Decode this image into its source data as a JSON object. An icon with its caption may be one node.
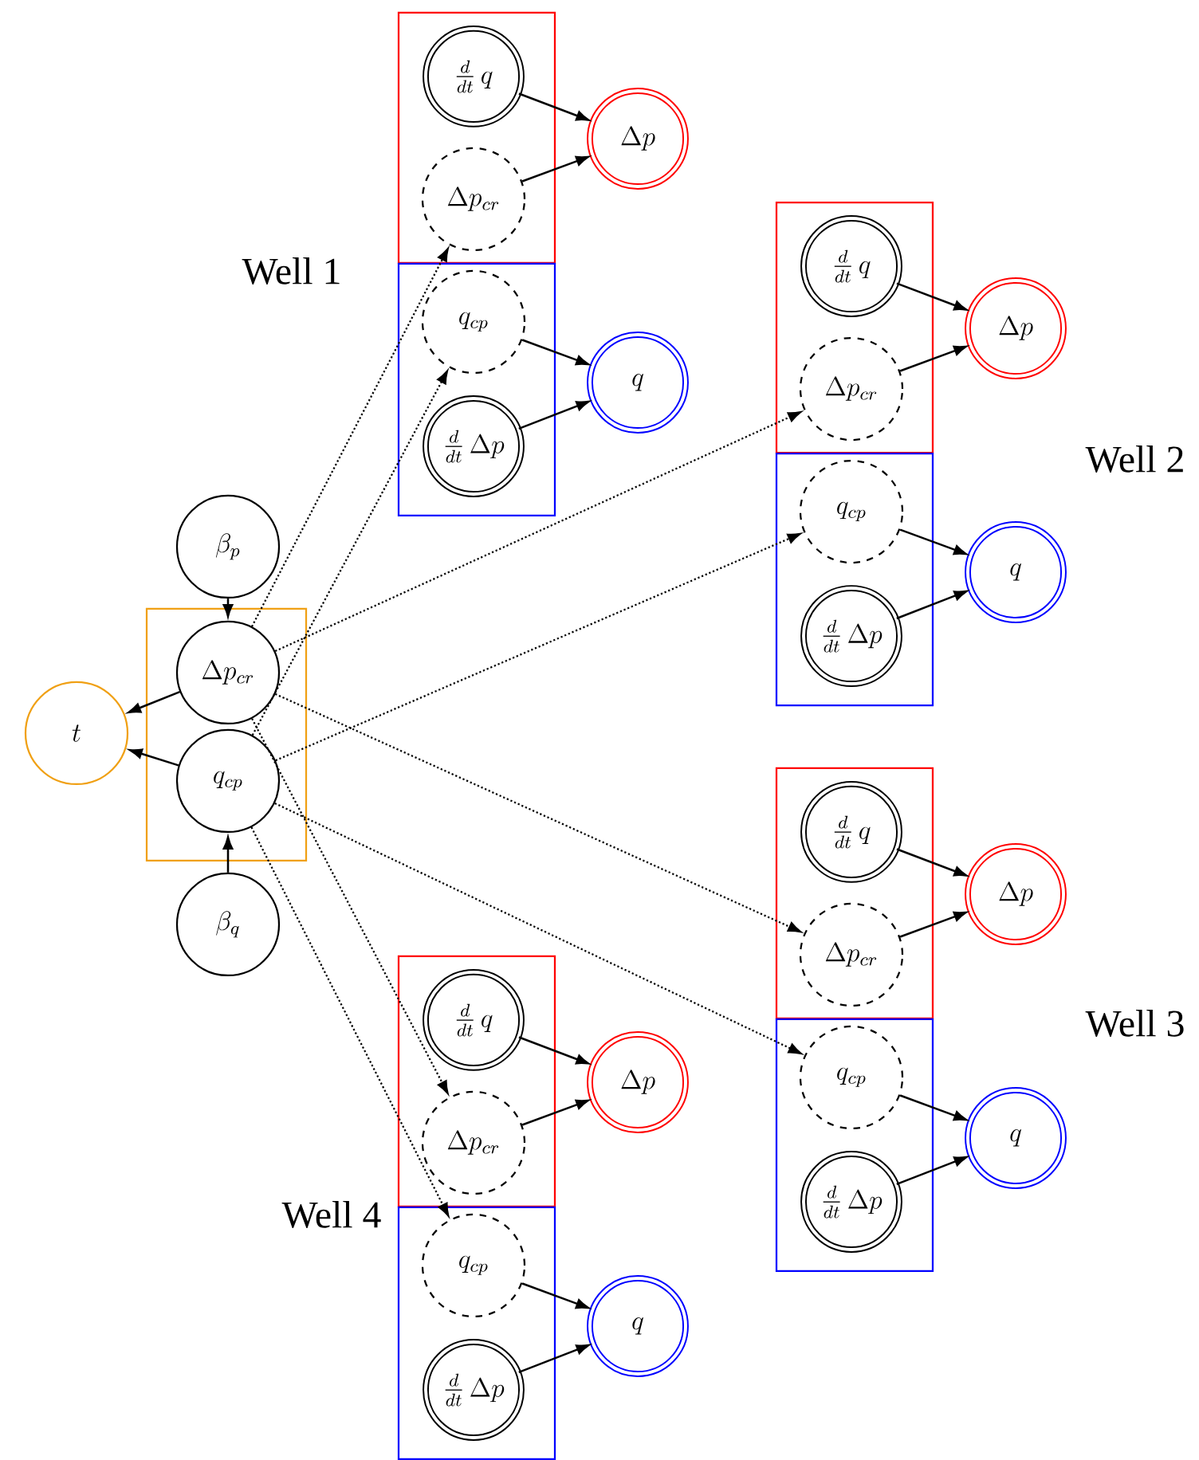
{
  "diagram": {
    "nodes": [
      {
        "text": [
          "t"
        ]
      },
      {
        "text": [
          "\\beta_p"
        ]
      },
      {
        "text": [],
        "shape": "box"
      },
      {
        "text": [
          "\\Delta p_{cr}"
        ],
        "in": 2
      },
      {
        "text": [
          "q_{cp}"
        ],
        "in": 2
      },
      {
        "text": [
          "\\beta_q"
        ]
      },
      {
        "text": [],
        "shape": "box"
      },
      {
        "text": [
          "\\frac{d}{dt}\\, q"
        ],
        "in": 6
      },
      {
        "text": [
          "\\Delta p_{cr}"
        ],
        "in": 6
      },
      {
        "text": [
          "\\Delta p"
        ]
      },
      {
        "text": [],
        "shape": "box"
      },
      {
        "text": [
          "q_{cp}"
        ],
        "in": 10
      },
      {
        "text": [
          "\\frac{d}{dt}\\, \\Delta p"
        ],
        "in": 10
      },
      {
        "text": [
          "q"
        ]
      },
      {
        "text": [],
        "shape": "box"
      },
      {
        "text": [
          "\\frac{d}{dt}\\, q"
        ],
        "in": 14
      },
      {
        "text": [
          "\\Delta p_{cr}"
        ],
        "in": 14
      },
      {
        "text": [
          "\\Delta p"
        ]
      },
      {
        "text": [],
        "shape": "box"
      },
      {
        "text": [
          "q_{cp}"
        ],
        "in": 18
      },
      {
        "text": [
          "\\frac{d}{dt}\\, \\Delta p"
        ],
        "in": 18
      },
      {
        "text": [
          "q"
        ]
      },
      {
        "text": [],
        "shape": "box"
      },
      {
        "text": [
          "\\frac{d}{dt}\\, q"
        ],
        "in": 22
      },
      {
        "text": [
          "\\Delta p_{cr}"
        ],
        "in": 22
      },
      {
        "text": [
          "\\Delta p"
        ]
      },
      {
        "text": [],
        "shape": "box"
      },
      {
        "text": [
          "q_{cp}"
        ],
        "in": 26
      },
      {
        "text": [
          "\\frac{d}{dt}\\, \\Delta p"
        ],
        "in": 26
      },
      {
        "text": [
          "q"
        ]
      },
      {
        "text": [],
        "shape": "box"
      },
      {
        "text": [
          "\\frac{d}{dt}\\, q"
        ],
        "in": 30
      },
      {
        "text": [
          "\\Delta p_{cr}"
        ],
        "in": 30
      },
      {
        "text": [
          "\\Delta p"
        ]
      },
      {
        "text": [],
        "shape": "box"
      },
      {
        "text": [
          "q_{cp}"
        ],
        "in": 34
      },
      {
        "text": [
          "\\frac{d}{dt}\\, \\Delta p"
        ],
        "in": 34
      },
      {
        "text": [
          "q"
        ]
      }
    ],
    "edges": [
      {
        "from": 1,
        "to": 3,
        "arrow": "to"
      },
      {
        "from": 5,
        "to": 4,
        "arrow": "to"
      },
      {
        "from": 3,
        "to": 0,
        "arrow": "to"
      },
      {
        "from": 4,
        "to": 0,
        "arrow": "to"
      },
      {
        "from": 7,
        "to": 9,
        "arrow": "to"
      },
      {
        "from": 8,
        "to": 9,
        "arrow": "to"
      },
      {
        "from": 11,
        "to": 13,
        "arrow": "to"
      },
      {
        "from": 12,
        "to": 13,
        "arrow": "to"
      },
      {
        "from": 15,
        "to": 17,
        "arrow": "to"
      },
      {
        "from": 16,
        "to": 17,
        "arrow": "to"
      },
      {
        "from": 19,
        "to": 21,
        "arrow": "to"
      },
      {
        "from": 20,
        "to": 21,
        "arrow": "to"
      },
      {
        "from": 23,
        "to": 25,
        "arrow": "to"
      },
      {
        "from": 24,
        "to": 25,
        "arrow": "to"
      },
      {
        "from": 27,
        "to": 29,
        "arrow": "to"
      },
      {
        "from": 28,
        "to": 29,
        "arrow": "to"
      },
      {
        "from": 31,
        "to": 33,
        "arrow": "to"
      },
      {
        "from": 32,
        "to": 33,
        "arrow": "to"
      },
      {
        "from": 35,
        "to": 37,
        "arrow": "to"
      },
      {
        "from": 36,
        "to": 37,
        "arrow": "to"
      },
      {
        "from": 3,
        "to": 8,
        "arrow": "to",
        "style": "dashed"
      },
      {
        "from": 4,
        "to": 11,
        "arrow": "to",
        "style": "dashed"
      },
      {
        "from": 3,
        "to": 16,
        "arrow": "to",
        "style": "dashed"
      },
      {
        "from": 4,
        "to": 19,
        "arrow": "to",
        "style": "dashed"
      },
      {
        "from": 3,
        "to": 24,
        "arrow": "to",
        "style": "dashed"
      },
      {
        "from": 4,
        "to": 27,
        "arrow": "to",
        "style": "dashed"
      },
      {
        "from": 3,
        "to": 32,
        "arrow": "to",
        "style": "dashed"
      },
      {
        "from": 4,
        "to": 35,
        "arrow": "to",
        "style": "dashed"
      }
    ],
    "labels": [
      "Well 1",
      "Well 2",
      "Well 3",
      "Well 4"
    ]
  }
}
